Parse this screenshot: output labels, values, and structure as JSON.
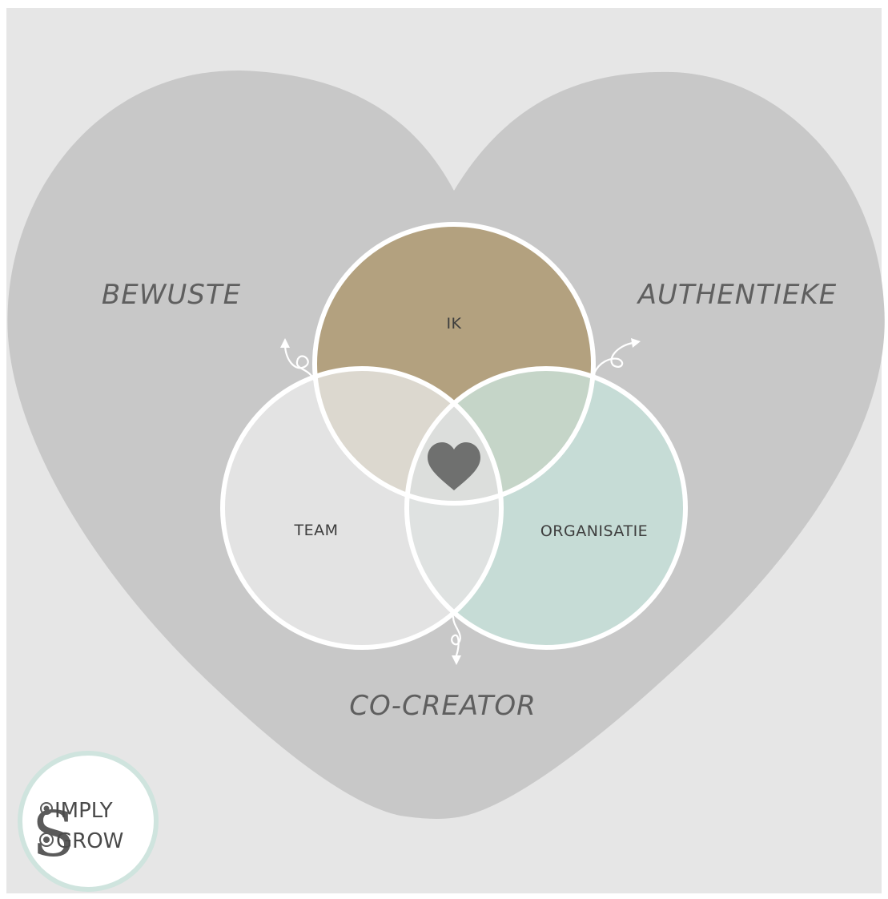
{
  "labels": {
    "left": "BEWUSTE",
    "right": "AUTHENTIEKE",
    "bottom": "CO-CREATOR"
  },
  "circles": {
    "top": "IK",
    "left": "TEAM",
    "right": "ORGANISATIE"
  },
  "logo": {
    "line1": "IMPLY",
    "line2": "GROW",
    "initial": "S"
  },
  "icons": {
    "center": "heart-icon",
    "arrows": "curly-arrow-icon"
  },
  "colors": {
    "background": "#e6e6e6",
    "heart": "#c8c8c8",
    "ik": "#b3a17f",
    "team": "#e3e3e3",
    "organisatie": "#c6dcd6",
    "ik_team": "#dcd8cf",
    "ik_org": "#c5d5c8",
    "team_org": "#dfe2e1",
    "center_heart": "#6f706f",
    "logo_ring": "#cfe4de"
  }
}
